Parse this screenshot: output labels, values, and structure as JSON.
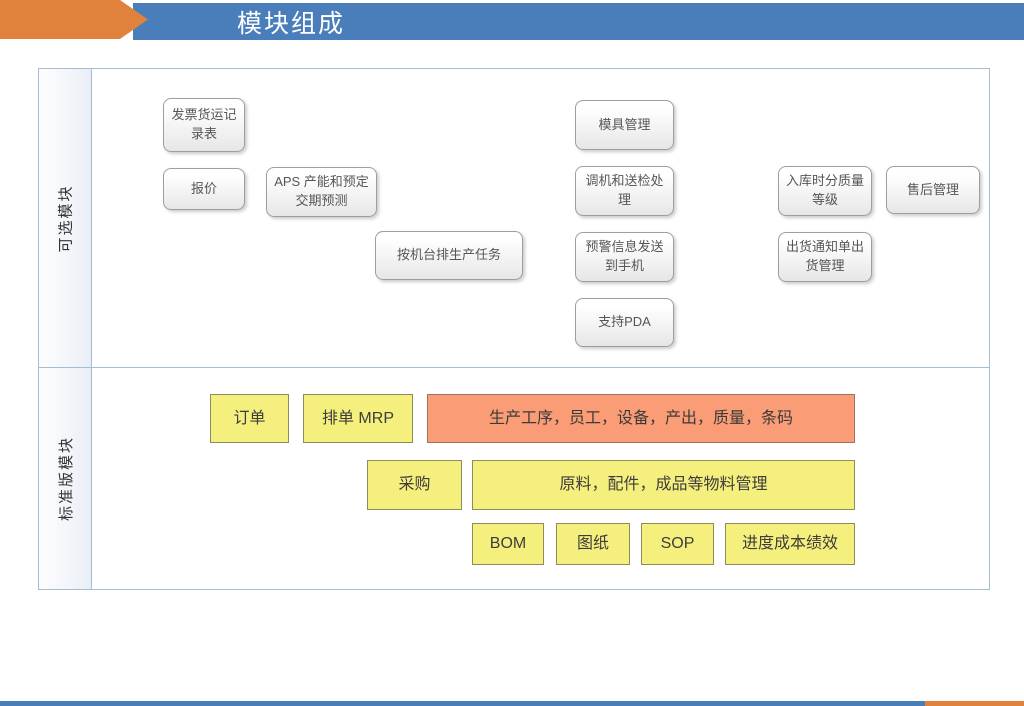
{
  "header": {
    "title": "模块组成"
  },
  "sections": {
    "optional": {
      "label": "可选模块"
    },
    "standard": {
      "label": "标准版模块"
    }
  },
  "modules": {
    "optional": [
      {
        "label": "发票货运记录表"
      },
      {
        "label": "报价"
      },
      {
        "label": "APS 产能和预定交期预测"
      },
      {
        "label": "按机台排生产任务"
      },
      {
        "label": "模具管理"
      },
      {
        "label": "调机和送检处理"
      },
      {
        "label": "预警信息发送到手机"
      },
      {
        "label": "支持PDA"
      },
      {
        "label": "入库时分质量等级"
      },
      {
        "label": "售后管理"
      },
      {
        "label": "出货通知单出货管理"
      }
    ],
    "standard": [
      {
        "label": "订单"
      },
      {
        "label": "排单 MRP"
      },
      {
        "label": "生产工序，员工，设备，产出，质量，条码"
      },
      {
        "label": "采购"
      },
      {
        "label": "原料，配件，成品等物料管理"
      },
      {
        "label": "BOM"
      },
      {
        "label": "图纸"
      },
      {
        "label": "SOP"
      },
      {
        "label": "进度成本绩效"
      }
    ]
  },
  "colors": {
    "header_blue": "#4a7ebb",
    "accent_orange": "#e0823c",
    "module_yellow": "#f5ef7d",
    "module_orange": "#fa9d76",
    "frame_border": "#a4bdd0"
  }
}
